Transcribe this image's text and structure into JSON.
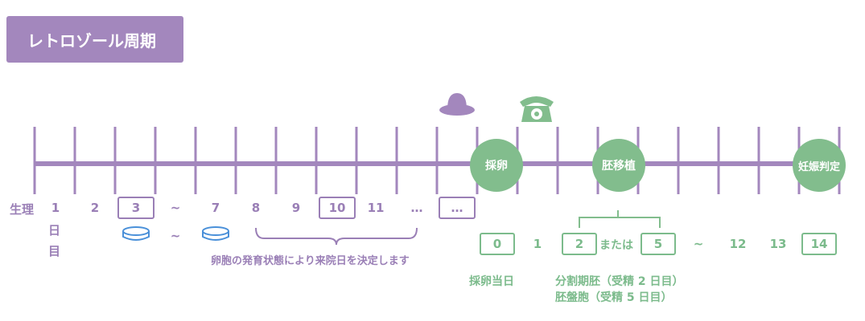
{
  "title": "レトロゾール周期",
  "cycle_label": "生理",
  "day1": {
    "n": "1",
    "c1": "日",
    "c2": "目"
  },
  "days": {
    "d2": "2",
    "d3": "3",
    "tilde1": "~",
    "d7": "7",
    "d8": "8",
    "d9": "9",
    "d10": "10",
    "d11": "11",
    "dots": "…",
    "dots_box": "…"
  },
  "tilde2": "~",
  "visit_note": "卵胞の発育状態により来院日を決定します",
  "events": {
    "retrieval": "採卵",
    "transfer": "胚移植",
    "pregnancy": "妊娠判定"
  },
  "post": {
    "p0": "0",
    "p1": "1",
    "p2": "2",
    "or_text": "または",
    "p5": "5",
    "tilde": "~",
    "p12": "12",
    "p13": "13",
    "p14": "14"
  },
  "retrieval_day_label": "採卵当日",
  "embryo_notes": {
    "line1": "分割期胚（受精 2 日目）",
    "line2": "胚盤胞（受精 5 日目）"
  },
  "colors": {
    "purple": "#a387bd",
    "green": "#82bd8d",
    "blue": "#4a90d9"
  },
  "icons": [
    "pill-icon",
    "pill-icon",
    "ultrasound-probe-icon",
    "telephone-icon"
  ]
}
